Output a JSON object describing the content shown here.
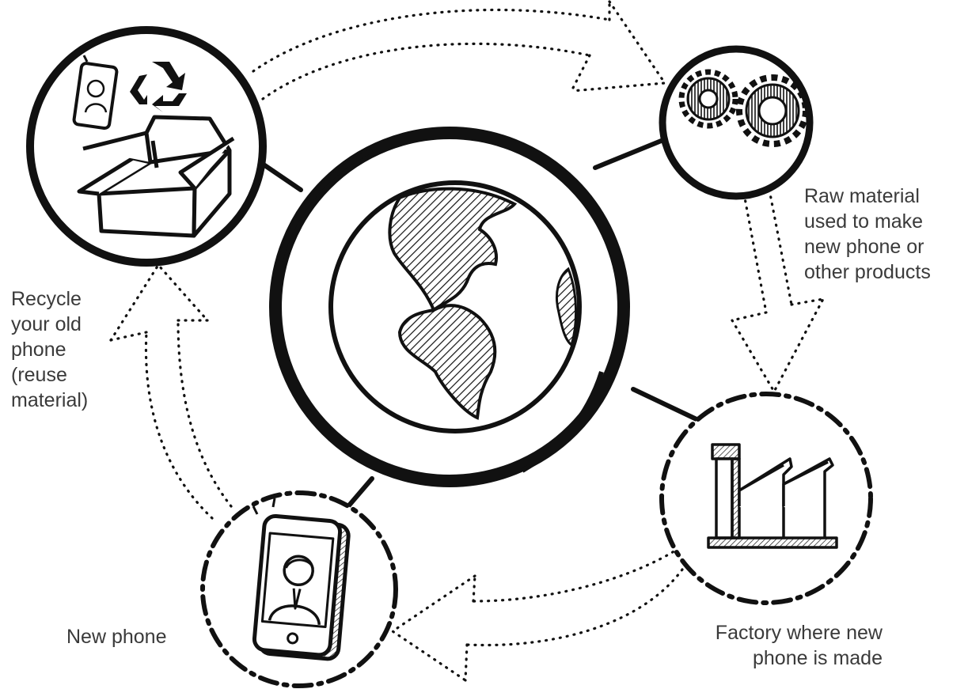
{
  "diagram": {
    "labels": {
      "recycle": [
        "Recycle",
        "your old",
        "phone",
        "(reuse",
        "material)"
      ],
      "raw_material": [
        "Raw material",
        "used to make",
        "new phone or",
        "other products"
      ],
      "factory": [
        "Factory where new",
        "phone is made"
      ],
      "new_phone": "New phone"
    },
    "colors": {
      "ink": "#111111",
      "text": "#3a3a3a",
      "background": "#ffffff"
    }
  }
}
